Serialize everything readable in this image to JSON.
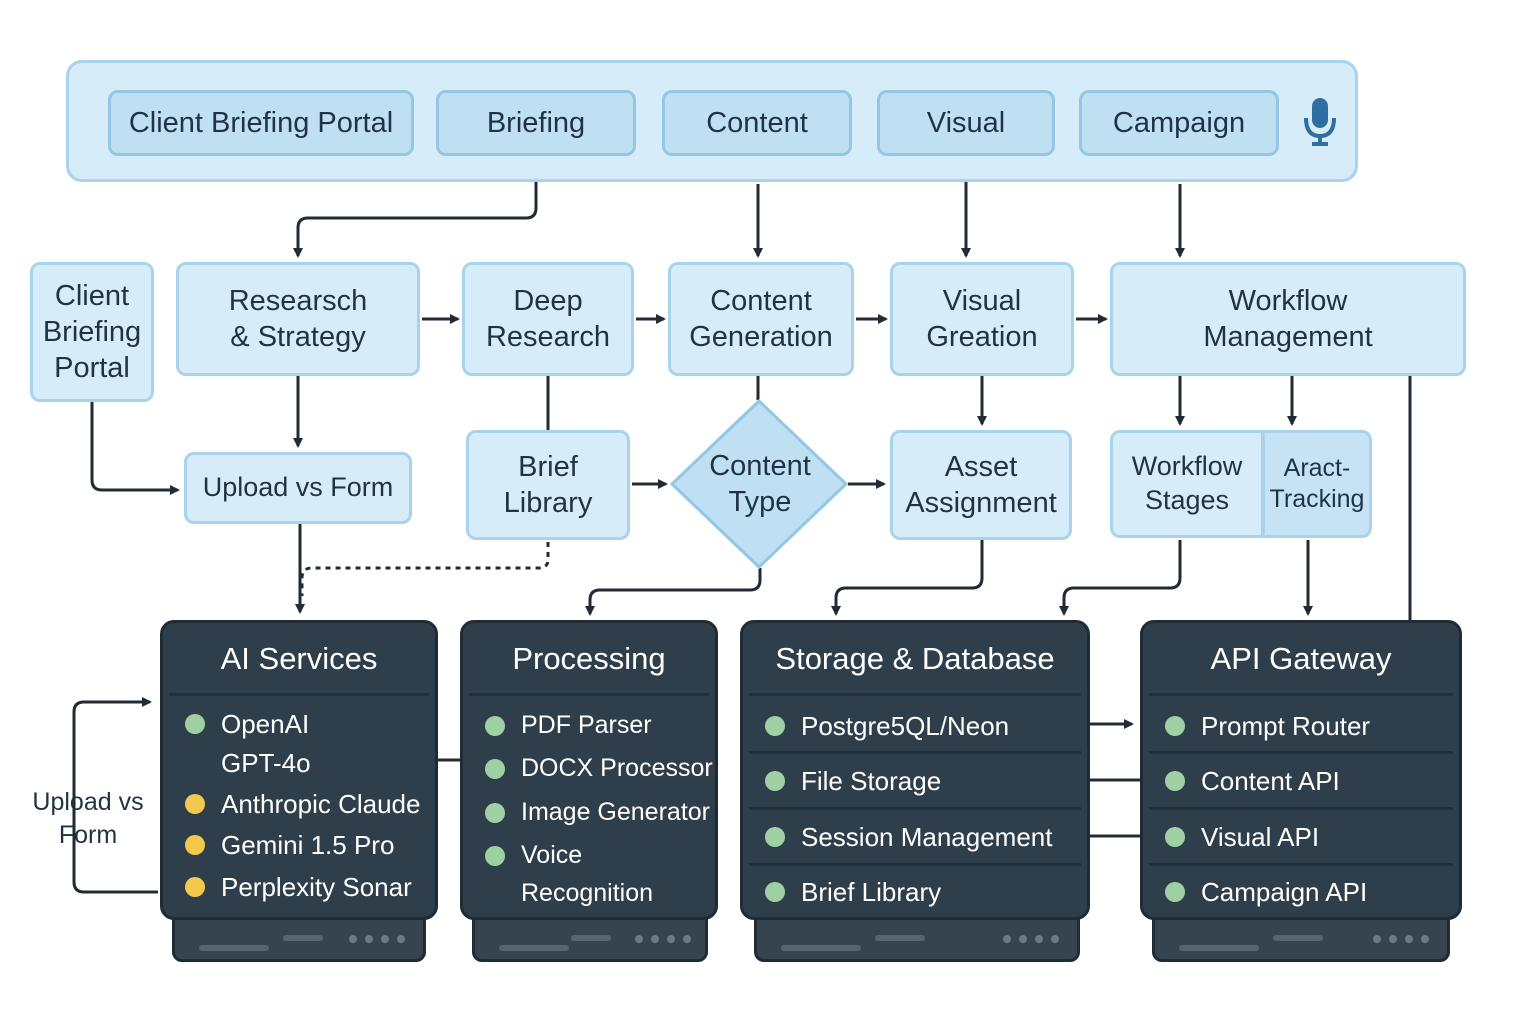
{
  "top_tabs": [
    "Client Briefing Portal",
    "Briefing",
    "Content",
    "Visual",
    "Campaign"
  ],
  "flow": {
    "client_portal": "Client\nBriefing\nPortal",
    "research": "Researsch\n& Strategy",
    "deep_research": "Deep\nResearch",
    "content_generation": "Content\nGeneration",
    "visual_creation": "Visual\nGreation",
    "workflow_management": "Workflow\nManagement",
    "upload_form": "Upload vs Form",
    "brief_library": "Brief\nLibrary",
    "content_type": "Content\nType",
    "asset_assignment": "Asset\nAssignment",
    "workflow_stages": "Workflow\nStages",
    "aract_tracking": "Aract-\nTracking"
  },
  "side_label": "Upload vs\nForm",
  "panels": {
    "ai": {
      "title": "AI Services",
      "items": [
        {
          "label": "OpenAI\nGPT-4o",
          "status": "green"
        },
        {
          "label": "Anthropic Claude",
          "status": "yellow"
        },
        {
          "label": "Gemini 1.5 Pro",
          "status": "yellow"
        },
        {
          "label": "Perplexity Sonar",
          "status": "yellow"
        }
      ]
    },
    "processing": {
      "title": "Processing",
      "items": [
        {
          "label": "PDF Parser",
          "status": "green"
        },
        {
          "label": "DOCX Processor",
          "status": "green"
        },
        {
          "label": "Image Generator",
          "status": "green"
        },
        {
          "label": "Voice Recognition",
          "status": "green"
        }
      ]
    },
    "storage": {
      "title": "Storage & Database",
      "items": [
        {
          "label": "Postgre5QL/Neon",
          "status": "green"
        },
        {
          "label": "File Storage",
          "status": "green"
        },
        {
          "label": "Session Management",
          "status": "green"
        },
        {
          "label": "Brief Library",
          "status": "green"
        }
      ]
    },
    "api": {
      "title": "API Gateway",
      "items": [
        {
          "label": "Prompt Router",
          "status": "green"
        },
        {
          "label": "Content API",
          "status": "green"
        },
        {
          "label": "Visual API",
          "status": "green"
        },
        {
          "label": "Campaign API",
          "status": "green"
        }
      ]
    }
  },
  "colors": {
    "green": "#9fd0a4",
    "yellow": "#f2c94c",
    "panel": "#2f3e4b",
    "box": "#d6ecf8",
    "border": "#a9d3ec"
  },
  "icons": [
    "microphone-icon"
  ]
}
